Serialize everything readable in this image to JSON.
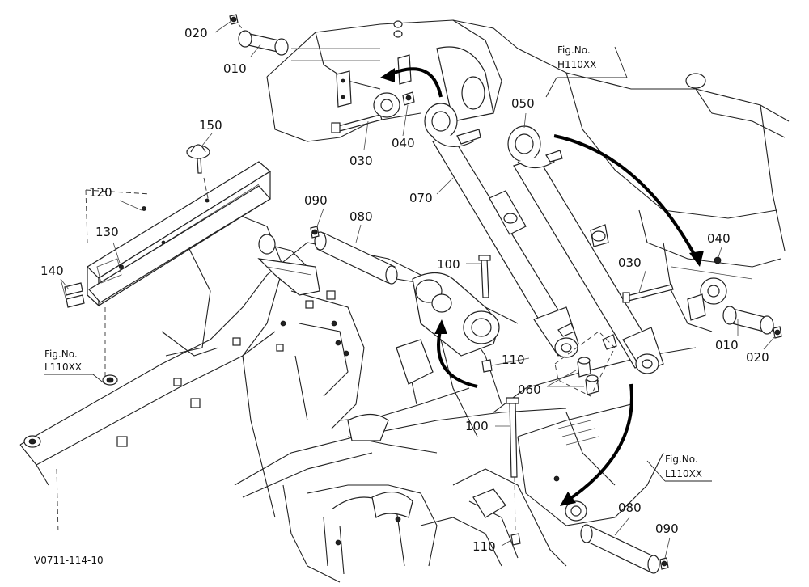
{
  "diagram": {
    "doc_code": "V0711-114-10",
    "callouts": {
      "c020a": "020",
      "c010a": "010",
      "c030a": "030",
      "c040a": "040",
      "c050": "050",
      "c070": "070",
      "c150": "150",
      "c120": "120",
      "c130": "130",
      "c140": "140",
      "c090a": "090",
      "c080a": "080",
      "c100a": "100",
      "c110a": "110",
      "c060": "060",
      "c040b": "040",
      "c030b": "030",
      "c010b": "010",
      "c020b": "020",
      "c100b": "100",
      "c110b": "110",
      "c080b": "080",
      "c090b": "090"
    },
    "fig_refs": {
      "h110": {
        "line1": "Fig.No.",
        "line2": "H110XX"
      },
      "l110_left": {
        "line1": "Fig.No.",
        "line2": "L110XX"
      },
      "l110_right": {
        "line1": "Fig.No.",
        "line2": "L110XX"
      }
    }
  }
}
